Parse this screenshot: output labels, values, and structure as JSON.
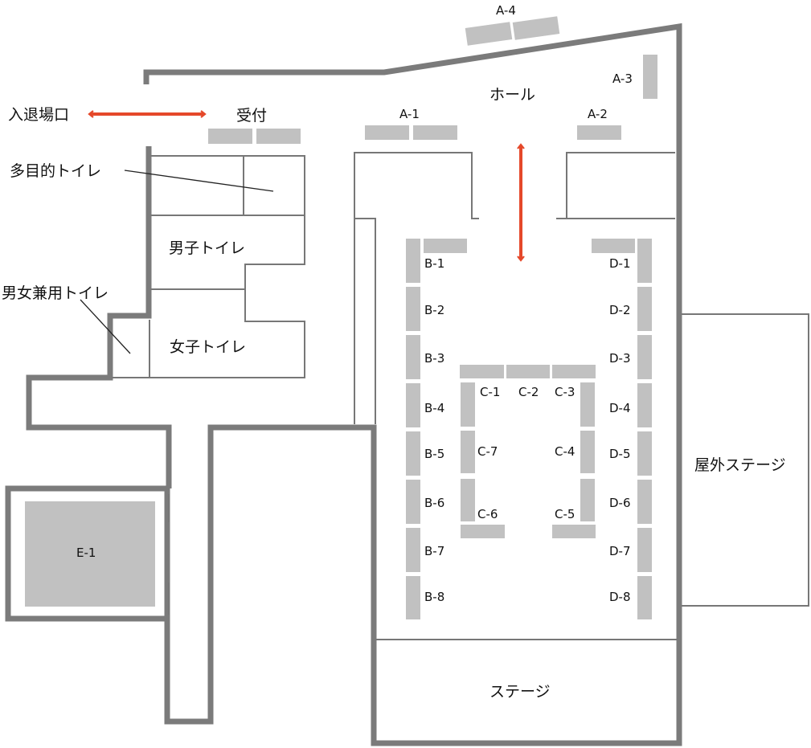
{
  "colors": {
    "wall": "#7b7b7b",
    "booth": "#c1c1c1",
    "arrow": "#e5482a",
    "text": "#111111"
  },
  "labels": {
    "entrance": "入退場口",
    "reception": "受付",
    "multipurpose_toilet": "多目的トイレ",
    "mens_toilet": "男子トイレ",
    "unisex_toilet": "男女兼用トイレ",
    "womens_toilet": "女子トイレ",
    "hall": "ホール",
    "outdoor_stage": "屋外ステージ",
    "stage": "ステージ"
  },
  "booths": {
    "a1": "A-1",
    "a2": "A-2",
    "a3": "A-3",
    "a4": "A-4",
    "b1": "B-1",
    "b2": "B-2",
    "b3": "B-3",
    "b4": "B-4",
    "b5": "B-5",
    "b6": "B-6",
    "b7": "B-7",
    "b8": "B-8",
    "c1": "C-1",
    "c2": "C-2",
    "c3": "C-3",
    "c4": "C-4",
    "c5": "C-5",
    "c6": "C-6",
    "c7": "C-7",
    "d1": "D-1",
    "d2": "D-2",
    "d3": "D-3",
    "d4": "D-4",
    "d5": "D-5",
    "d6": "D-6",
    "d7": "D-7",
    "d8": "D-8",
    "e1": "E-1"
  }
}
